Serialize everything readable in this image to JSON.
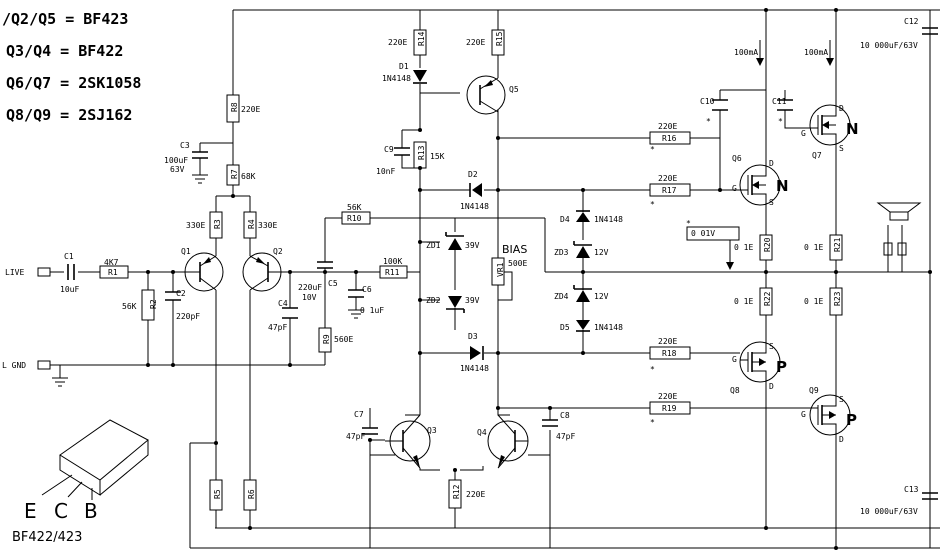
{
  "legend": {
    "line1": "/Q2/Q5 = BF423",
    "line2": "Q3/Q4 = BF422",
    "line3": "Q6/Q7 = 2SK1058",
    "line4": "Q8/Q9 = 2SJ162"
  },
  "io": {
    "live": "LIVE",
    "gnd": "L GND"
  },
  "package": {
    "e": "E",
    "c": "C",
    "b": "B",
    "label": "BF422/423"
  },
  "labels": {
    "c1": "C1",
    "c1v": "10uF",
    "r1": "R1",
    "r1v": "4K7",
    "r2": "R2",
    "r2v": "56K",
    "c2": "C2",
    "c2v": "220pF",
    "q1": "Q1",
    "q2": "Q2",
    "r3": "R3",
    "r3v": "330E",
    "r4": "R4",
    "r4v": "330E",
    "r7": "R7",
    "r7v": "68K",
    "r8": "R8",
    "r8v": "220E",
    "c3": "C3",
    "c3v": "100uF",
    "c3v2": "63V",
    "r5": "R5",
    "r6": "R6",
    "c4": "C4",
    "c4v": "47pF",
    "c5": "C5",
    "c5v": "220uF",
    "c5v2": "10V",
    "r9": "R9",
    "r9v": "560E",
    "c6": "C6",
    "c6v": "0 1uF",
    "r10": "R10",
    "r10v": "56K",
    "r11": "R11",
    "r11v": "100K",
    "r14": "R14",
    "r14v": "220E",
    "d1": "D1",
    "d1v": "1N4148",
    "r15": "R15",
    "r15v": "220E",
    "q5": "Q5",
    "c9": "C9",
    "c9v": "10nF",
    "r13": "R13",
    "r13v": "15K",
    "d2": "D2",
    "d2v": "1N4148",
    "zd1": "ZD1",
    "zd1v": "39V",
    "zd2": "ZD2",
    "zd2v": "39V",
    "vr1": "VR1",
    "bias": "BIAS",
    "vr1v": "500E",
    "d3": "D3",
    "d3v": "1N4148",
    "d4": "D4",
    "d4v": "1N4148",
    "zd3": "ZD3",
    "zd3v": "12V",
    "zd4": "ZD4",
    "zd4v": "12V",
    "d5": "D5",
    "d5v": "1N4148",
    "c7": "C7",
    "c7v": "47pF",
    "q3": "Q3",
    "q4": "Q4",
    "r12": "R12",
    "r12v": "220E",
    "c8": "C8",
    "c8v": "47pF",
    "r16": "R16",
    "r16v": "220E",
    "r17": "R17",
    "r17v": "220E",
    "r18": "R18",
    "r18v": "220E",
    "r19": "R19",
    "r19v": "220E",
    "c10": "C10",
    "c11": "C11",
    "i1": "100mA",
    "i2": "100mA",
    "q6": "Q6",
    "q7": "Q7",
    "q8": "Q8",
    "q9": "Q9",
    "n1": "N",
    "n2": "N",
    "p1": "P",
    "p2": "P",
    "vtest": "0 01V",
    "r20": "R20",
    "r20v": "0 1E",
    "r21": "R21",
    "r21v": "0 1E",
    "r22": "R22",
    "r22v": "0 1E",
    "r23": "R23",
    "r23v": "0 1E",
    "c12": "C12",
    "c12v": "10 000uF/63V",
    "c13": "C13",
    "c13v": "10 000uF/63V",
    "star": "*",
    "pin_g": "G",
    "pin_d": "D",
    "pin_s": "S"
  }
}
